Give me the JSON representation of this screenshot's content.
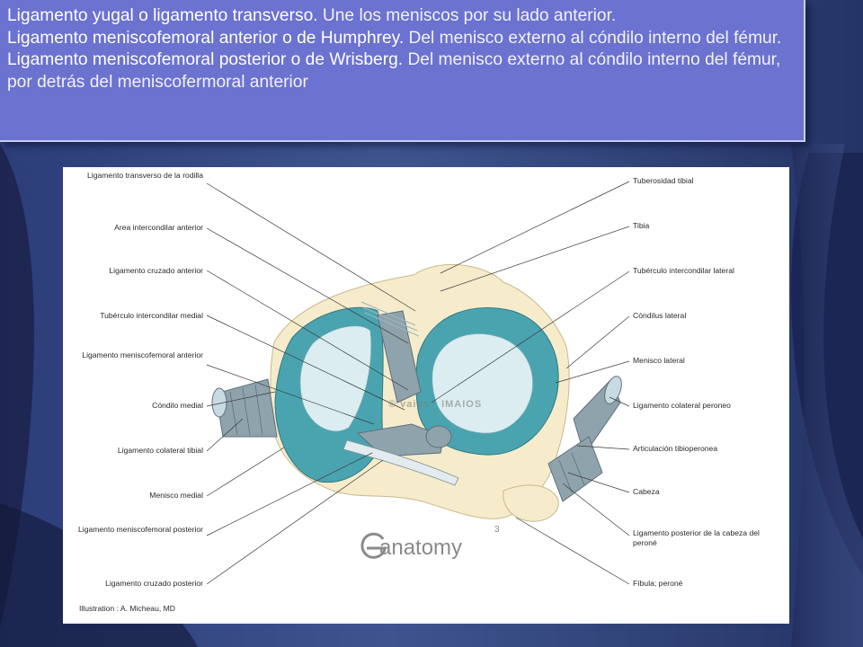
{
  "slide": {
    "text_lines": [
      {
        "main": "Ligamento yugal o ligamento transverso.",
        "accent": " Une los meniscos por su lado anterior."
      },
      {
        "main": "Ligamento meniscofemoral anterior o de Humphrey.",
        "accent": " Del menisco externo al cóndilo interno del fémur."
      },
      {
        "main": "Ligamento meniscofemoral posterior o de Wrisberg.",
        "accent": " Del menisco externo al cóndilo interno del fémur, por detrás del meniscofermoral anterior"
      }
    ]
  },
  "figure": {
    "labels_left": [
      "Ligamento transverso de la rodilla",
      "Area intercondilar anterior",
      "Ligamento cruzado anterior",
      "Tubérculo intercondilar medial",
      "Ligamento meniscofemoral anterior",
      "Cóndilo medial",
      "Ligamento colateral tibial",
      "Menisco medial",
      "Ligamento meniscofemoral posterior",
      "Ligamento cruzado posterior"
    ],
    "labels_right": [
      "Tuberosidad tibial",
      "Tibia",
      "Tubérculo intercondilar lateral",
      "Cóndilus lateral",
      "Menisco lateral",
      "Ligamento colateral peroneo",
      "Articulación tibioperonea",
      "Cabeza",
      "Ligamento posterior de la cabeza del peroné",
      "Fíbula; peroné"
    ],
    "credit": "Illustration : A. Micheau, MD",
    "brand": "anatomy",
    "brand_sup": "3",
    "watermark": "© vaios · IMAIOS",
    "colors": {
      "meniscus": "#4aa4b0",
      "cartilage": "#dbedf0",
      "bone": "#f6eccb",
      "ligament": "#9fb4bd"
    }
  }
}
